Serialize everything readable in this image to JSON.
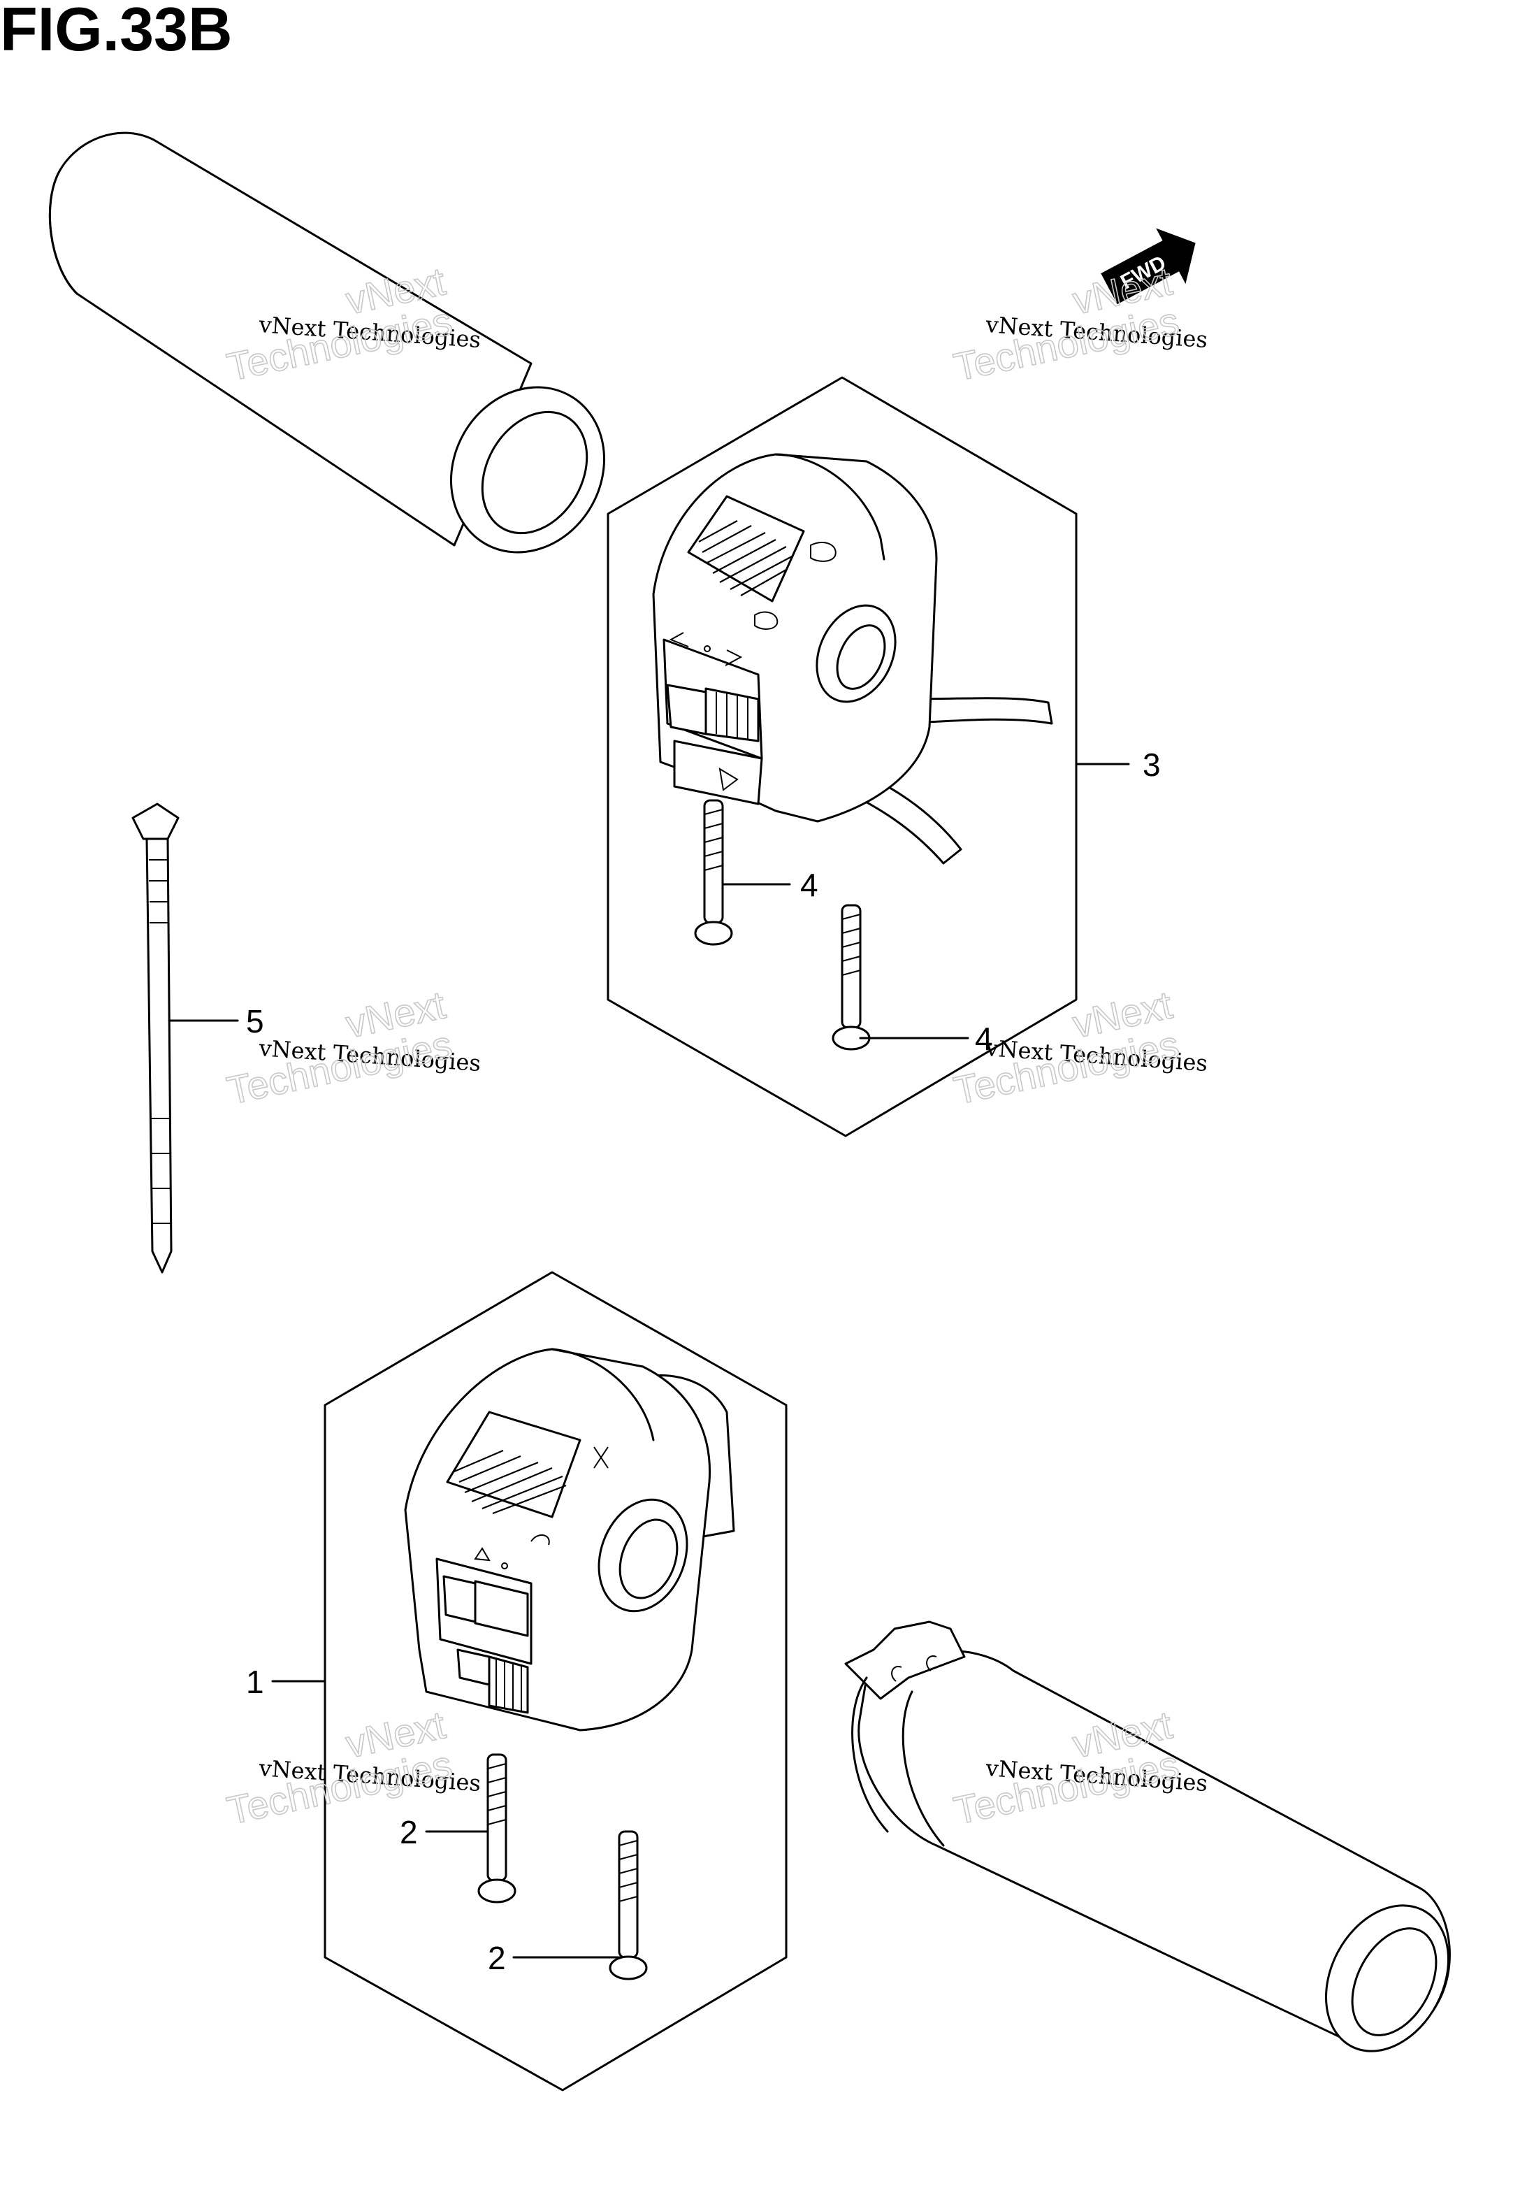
{
  "figure": {
    "title": "FIG.33B"
  },
  "fwd_marker": {
    "text": "FWD"
  },
  "callouts": {
    "c1": "1",
    "c2a": "2",
    "c2b": "2",
    "c3": "3",
    "c4a": "4",
    "c4b": "4",
    "c5": "5"
  },
  "watermarks": {
    "w1": {
      "line1": "vNext",
      "line2": "vNext Technologies",
      "line3": "Technologies"
    },
    "w2": {
      "line1": "vNext",
      "line2": "vNext Technologies",
      "line3": "Technologies"
    },
    "w3": {
      "line1": "vNext",
      "line2": "vNext Technologies",
      "line3": "Technologies"
    },
    "w4": {
      "line1": "vNext",
      "line2": "vNext Technologies",
      "line3": "Technologies"
    },
    "w5": {
      "line1": "vNext",
      "line2": "vNext Technologies",
      "line3": "Technologies"
    },
    "w6": {
      "line1": "vNext",
      "line2": "vNext Technologies",
      "line3": "Technologies"
    }
  }
}
